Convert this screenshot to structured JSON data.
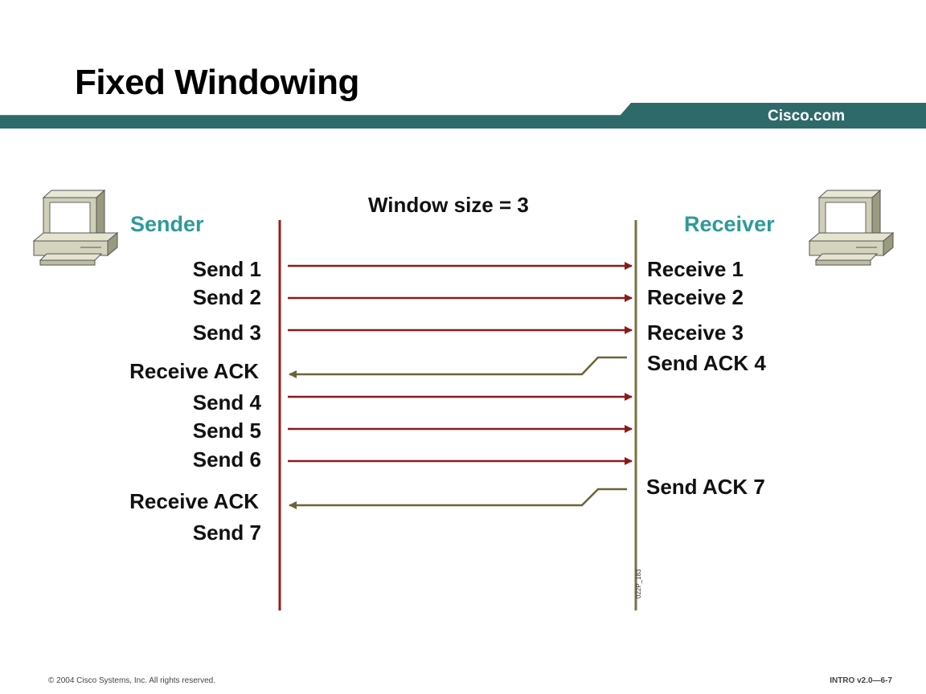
{
  "slide": {
    "title": "Fixed Windowing",
    "brand": "Cisco.com"
  },
  "diagram": {
    "window_label": "Window size = 3",
    "sender_label": "Sender",
    "receiver_label": "Receiver",
    "sender_steps": [
      "Send 1",
      "Send 2",
      "Send 3",
      "Receive ACK",
      "Send 4",
      "Send 5",
      "Send 6",
      "Receive ACK",
      "Send 7"
    ],
    "receiver_steps": [
      "Receive 1",
      "Receive 2",
      "Receive 3",
      "Send ACK 4",
      "Send ACK 7"
    ],
    "figure_code": "022P_183",
    "colors": {
      "data_arrow": "#8b1a1a",
      "ack_arrow": "#6b6438",
      "sender_line": "#9b1c1c",
      "receiver_line": "#7a7142",
      "role_label": "#2e9a9a",
      "banner": "#2f6a6a"
    }
  },
  "footer": {
    "copyright": "© 2004 Cisco Systems, Inc. All rights reserved.",
    "course": "INTRO v2.0—6-7"
  }
}
